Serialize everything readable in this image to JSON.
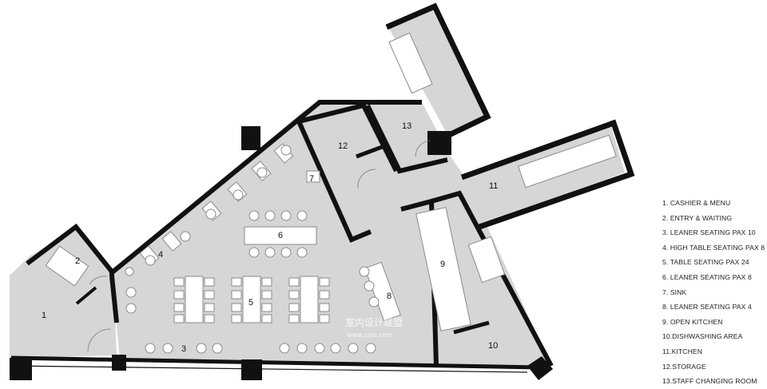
{
  "floor_plan": {
    "room_labels": {
      "r1": "1",
      "r2": "2",
      "r3": "3",
      "r4": "4",
      "r5": "5",
      "r6": "6",
      "r7": "7",
      "r8": "8",
      "r9": "9",
      "r10": "10",
      "r11": "11",
      "r12": "12",
      "r13": "13"
    },
    "legend": [
      "1. CASHIER & MENU",
      "2. ENTRY & WAITING",
      "3. LEANER SEATING PAX 10",
      "4. HIGH TABLE SEATING  PAX 8",
      "5. TABLE SEATING PAX 24",
      "6. LEANER SEATING PAX 8",
      "7. SINK",
      "8. LEANER SEATING PAX 4",
      "9. OPEN KITCHEN",
      "10.DISHWASHING AREA",
      "11.KITCHEN",
      "12.STORAGE",
      "13.STAFF CHANGING ROOM"
    ],
    "watermark": {
      "line1": "室内设计联盟",
      "line2": "www.cool.com"
    },
    "colors": {
      "wall": "#111111",
      "floor": "#d6d6d6",
      "furniture": "#ffffff"
    }
  }
}
